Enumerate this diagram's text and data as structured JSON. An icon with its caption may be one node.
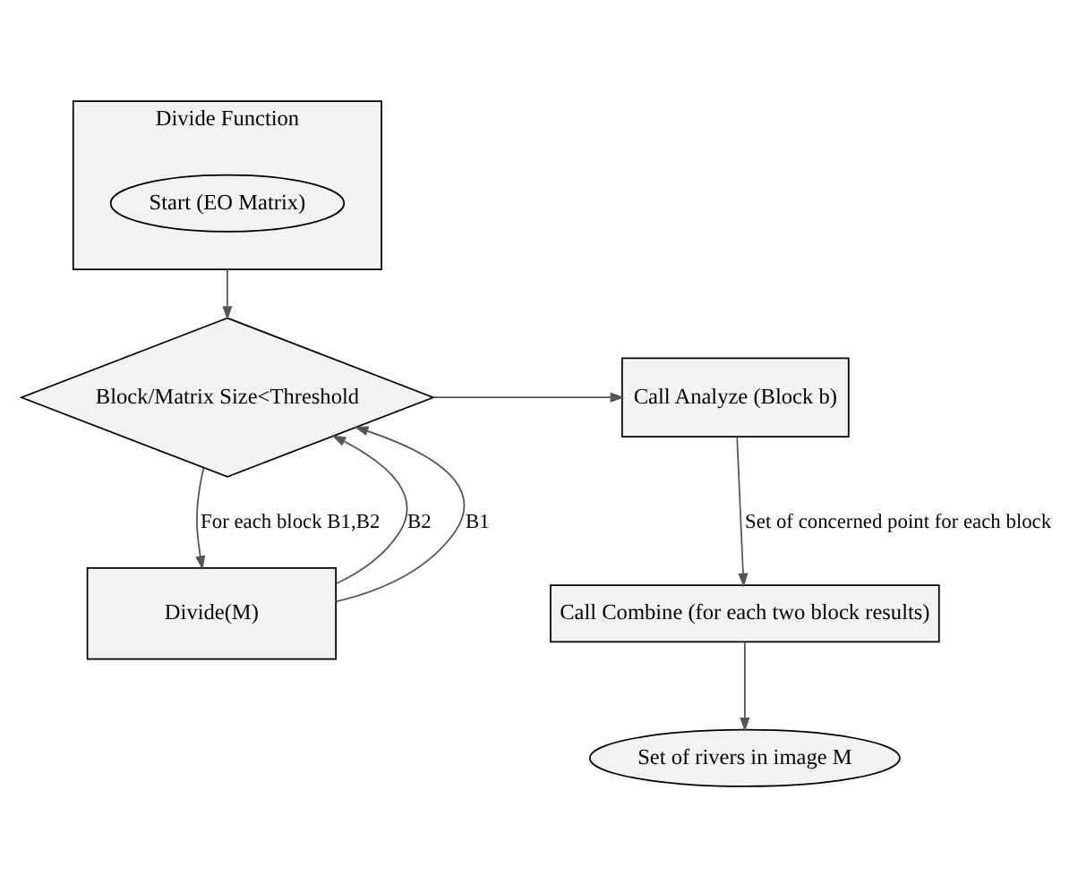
{
  "diagram": {
    "nodes": [
      {
        "text": [
          "Divide Function"
        ]
      },
      {
        "text": [
          "Start (EO Matrix)"
        ],
        "in": 0
      },
      {
        "text": [
          "Block/Matrix Size<Threshold"
        ]
      },
      {
        "text": [
          "Divide(M)"
        ]
      },
      {
        "text": [
          "Call Analyze (Block b)"
        ]
      },
      {
        "text": [
          "Call Combine (for each two block results)"
        ]
      },
      {
        "text": [
          "Set of rivers in image M"
        ]
      }
    ],
    "edges": [
      {
        "from": 0,
        "to": 2,
        "arrow": "to"
      },
      {
        "from": 2,
        "to": 3,
        "arrow": "to",
        "label": "For each block B1,B2"
      },
      {
        "from": 3,
        "to": 2,
        "arrow": "to",
        "label": "B2"
      },
      {
        "from": 3,
        "to": 2,
        "arrow": "to",
        "label": "B1"
      },
      {
        "from": 2,
        "to": 4,
        "arrow": "to"
      },
      {
        "from": 4,
        "to": 5,
        "arrow": "to",
        "label": "Set of concerned point for each block"
      },
      {
        "from": 5,
        "to": 6,
        "arrow": "to"
      }
    ]
  }
}
